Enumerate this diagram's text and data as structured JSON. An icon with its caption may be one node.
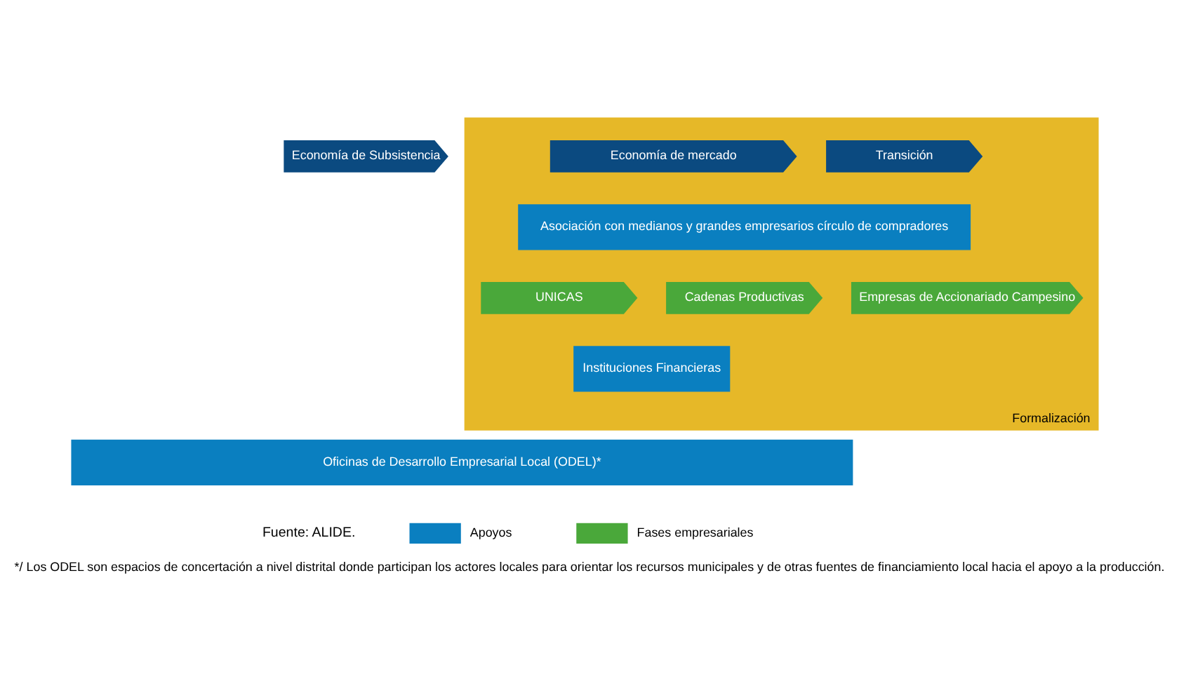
{
  "diagram": {
    "caption": "*/ Los ODEL son espacios de concertación a nivel distrital donde participan los actores locales para orientar los recursos municipales y de otras fuentes de financiamiento local hacia el apoyo a la producción.",
    "nodes": [
      {
        "text": [
          "Economía de Subsistencia"
        ]
      },
      {
        "text": [
          "Formalización"
        ]
      },
      {
        "text": [
          "Transición"
        ],
        "in": 1
      },
      {
        "text": [
          "Economía de mercado"
        ],
        "in": 1
      },
      {
        "text": [
          "Asociación con medianos y grandes empresarios círculo de compradores"
        ],
        "in": 1
      },
      {
        "text": [
          "UNICAS"
        ],
        "in": 1
      },
      {
        "text": [
          "Cadenas Productivas"
        ],
        "in": 1
      },
      {
        "text": [
          "Empresas de Accionariado Campesino"
        ],
        "in": 1
      },
      {
        "text": [
          "Instituciones Financieras"
        ],
        "in": 1
      },
      {
        "text": [
          "Oficinas de Desarrollo Empresarial Local (ODEL)*"
        ]
      }
    ],
    "edges": [],
    "labels": [
      "Fuente: ALIDE."
    ],
    "legend": [
      {
        "text": "Apoyos",
        "color": "#0a7fc0"
      },
      {
        "text": "Fases empresariales",
        "color": "#4aa83a"
      }
    ]
  }
}
